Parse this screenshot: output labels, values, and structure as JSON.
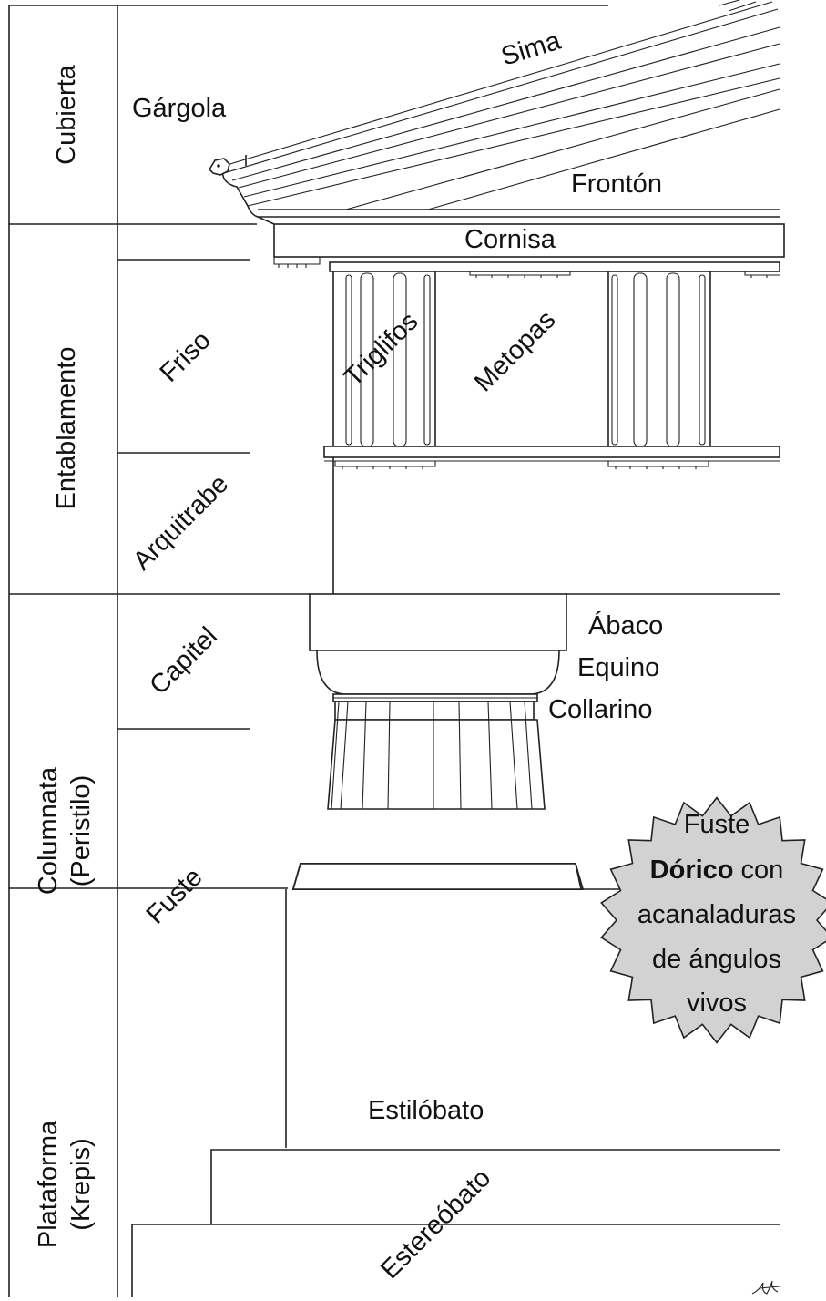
{
  "zones": {
    "cubierta": "Cubierta",
    "entablamento": "Entablamento",
    "columnata_line1": "Columnata",
    "columnata_line2": "(Peristilo)",
    "plataforma_line1": "Plataforma",
    "plataforma_line2": "(Krepis)"
  },
  "parts": {
    "gargola": "Gárgola",
    "friso": "Friso",
    "arquitrabe": "Arquitrabe",
    "capitel": "Capitel",
    "fuste": "Fuste"
  },
  "labels": {
    "sima": "Sima",
    "fronton": "Frontón",
    "cornisa": "Cornisa",
    "triglifos": "Triglifos",
    "metopas": "Metopas",
    "abaco": "Ábaco",
    "equino": "Equino",
    "collarino": "Collarino",
    "estilobato": "Estilóbato",
    "estereobato": "Estereóbato"
  },
  "callout": {
    "line1": "Fuste",
    "line2_bold": "Dórico",
    "line2_rest": " con",
    "line3": "acanaladuras",
    "line4": "de ángulos",
    "line5": "vivos",
    "fill_color": "#d2d2d2"
  },
  "signature": "JM"
}
